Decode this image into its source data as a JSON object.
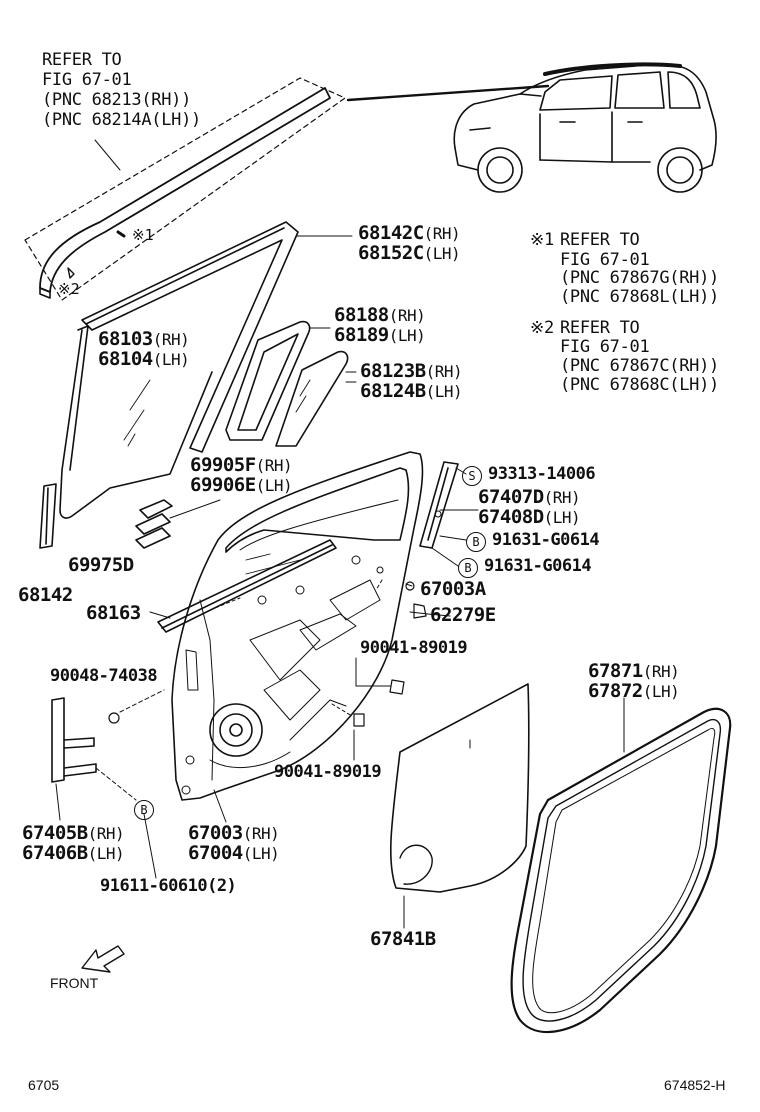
{
  "refer_main": [
    "REFER TO",
    "FIG 67-01",
    "(PNC 68213(RH))",
    "(PNC 68214A(LH))"
  ],
  "note1": {
    "mark": "※1",
    "lines": [
      "REFER TO",
      "FIG 67-01",
      "(PNC 67867G(RH))",
      "(PNC 67868L(LH))"
    ]
  },
  "note2": {
    "mark": "※2",
    "lines": [
      "REFER TO",
      "FIG 67-01",
      "(PNC 67867C(RH))",
      "(PNC 67868C(LH))"
    ]
  },
  "callout_marks": {
    "m1": "※1",
    "m2": "※2"
  },
  "parts": {
    "p68142C": {
      "num": "68142C",
      "sfx": "(RH)"
    },
    "p68152C": {
      "num": "68152C",
      "sfx": "(LH)"
    },
    "p68188": {
      "num": "68188",
      "sfx": "(RH)"
    },
    "p68189": {
      "num": "68189",
      "sfx": "(LH)"
    },
    "p68103": {
      "num": "68103",
      "sfx": "(RH)"
    },
    "p68104": {
      "num": "68104",
      "sfx": "(LH)"
    },
    "p68123B": {
      "num": "68123B",
      "sfx": "(RH)"
    },
    "p68124B": {
      "num": "68124B",
      "sfx": "(LH)"
    },
    "p69905F": {
      "num": "69905F",
      "sfx": "(RH)"
    },
    "p69906E": {
      "num": "69906E",
      "sfx": "(LH)"
    },
    "p69975D": "69975D",
    "p68142": "68142",
    "p68163": "68163",
    "p93313": "93313-14006",
    "p67407D": {
      "num": "67407D",
      "sfx": "(RH)"
    },
    "p67408D": {
      "num": "67408D",
      "sfx": "(LH)"
    },
    "p91631a": "91631-G0614",
    "p91631b": "91631-G0614",
    "p67003A": "67003A",
    "p62279E": "62279E",
    "p90048": "90048-74038",
    "p90041a": "90041-89019",
    "p90041b": "90041-89019",
    "p67871": {
      "num": "67871",
      "sfx": "(RH)"
    },
    "p67872": {
      "num": "67872",
      "sfx": "(LH)"
    },
    "p67405B": {
      "num": "67405B",
      "sfx": "(RH)"
    },
    "p67406B": {
      "num": "67406B",
      "sfx": "(LH)"
    },
    "p67003": {
      "num": "67003",
      "sfx": "(RH)"
    },
    "p67004": {
      "num": "67004",
      "sfx": "(LH)"
    },
    "p91611": "91611-60610(2)",
    "p67841B": "67841B"
  },
  "circle_marks": {
    "s": "S",
    "b": "B"
  },
  "front_label": "FRONT",
  "footer": {
    "left": "6705",
    "right": "674852-H"
  }
}
